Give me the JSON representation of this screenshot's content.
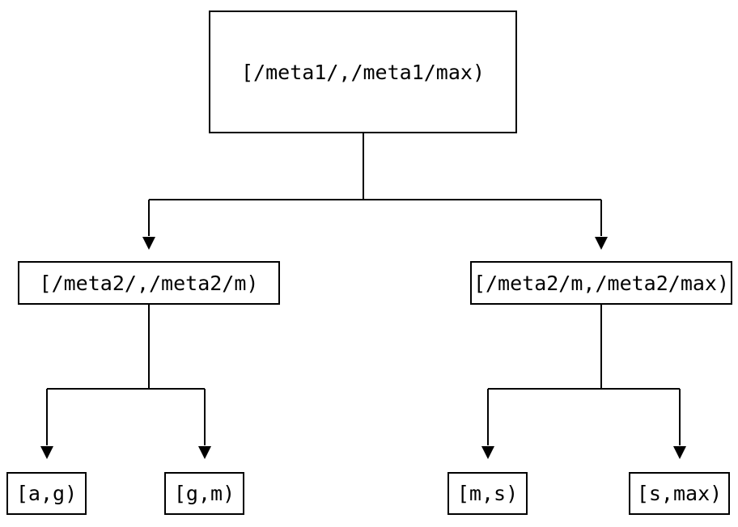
{
  "diagram": {
    "type": "binary-tree",
    "colors": {
      "background": "#ffffff",
      "line": "#000000",
      "box_border": "#000000",
      "text": "#000000"
    },
    "tree": {
      "root": {
        "label": "[/meta1/,/meta1/max)"
      },
      "level2": [
        {
          "label": "[/meta2/,/meta2/m)"
        },
        {
          "label": "[/meta2/m,/meta2/max)"
        }
      ],
      "leaves": [
        {
          "label": "[a,g)"
        },
        {
          "label": "[g,m)"
        },
        {
          "label": "[m,s)"
        },
        {
          "label": "[s,max)"
        }
      ]
    }
  }
}
